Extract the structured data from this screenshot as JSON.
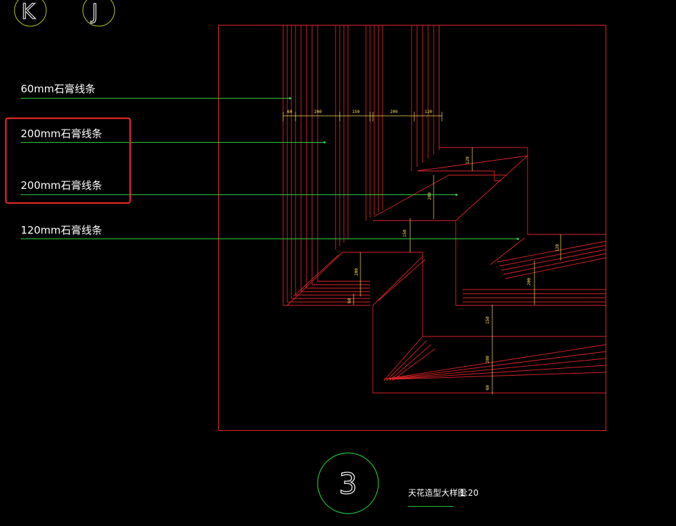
{
  "grid_bubbles": [
    "K",
    "J"
  ],
  "leaders": [
    {
      "label": "60mm石膏线条"
    },
    {
      "label": "200mm石膏线条"
    },
    {
      "label": "200mm石膏线条"
    },
    {
      "label": "120mm石膏线条"
    }
  ],
  "dimensions": {
    "top": [
      "60",
      "200",
      "150",
      "200",
      "120"
    ],
    "inner": [
      "120",
      "200",
      "150",
      "200",
      "60"
    ],
    "right": [
      "120",
      "200",
      "150",
      "200",
      "60"
    ]
  },
  "detail": {
    "number": "3",
    "title": "天花造型大样图",
    "scale": "1:20"
  },
  "colors": {
    "background": "#000000",
    "profile": "#e0242a",
    "leader": "#2ecc40",
    "dimension": "#ffe24a",
    "highlight": "#ff2b2b",
    "bubble": "#b9c81a"
  }
}
